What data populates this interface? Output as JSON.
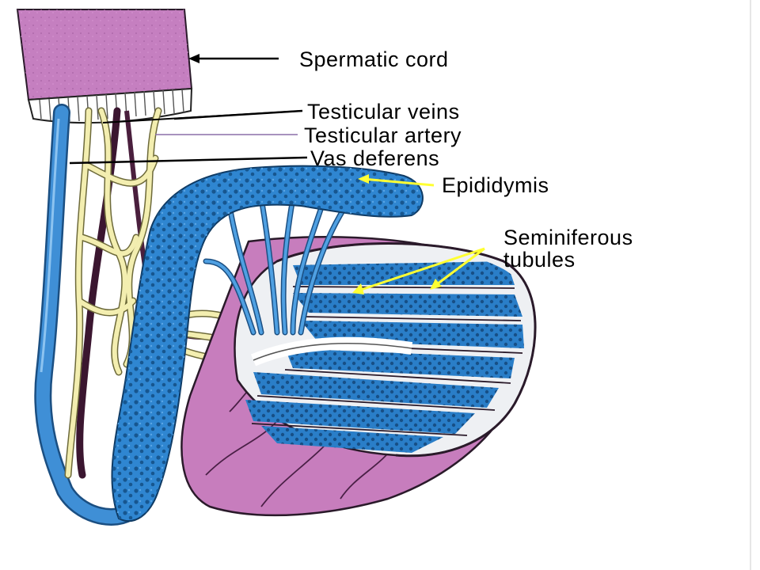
{
  "labels": {
    "spermatic_cord": "Spermatic cord",
    "testicular_veins": "Testicular veins",
    "testicular_artery": "Testicular artery",
    "vas_deferens": "Vas deferens",
    "epididymis": "Epididymis",
    "seminiferous_line1": "Seminiferous",
    "seminiferous_line2": "tubules"
  },
  "colors": {
    "spermatic_cord": "#c57fc0",
    "cord_rim": "#ffffff",
    "vas_deferens": "#3f8fd6",
    "epididymis": "#2f86d1",
    "epididymis_dots": "#1f5f9f",
    "veins": "#f3eeb0",
    "artery": "#4a1f3d",
    "testis": "#c77dbd",
    "tunica": "#eef0f3",
    "tubules": "#2a7ec8",
    "pointer_yellow": "#ffff33",
    "pointer_black": "#000000"
  }
}
